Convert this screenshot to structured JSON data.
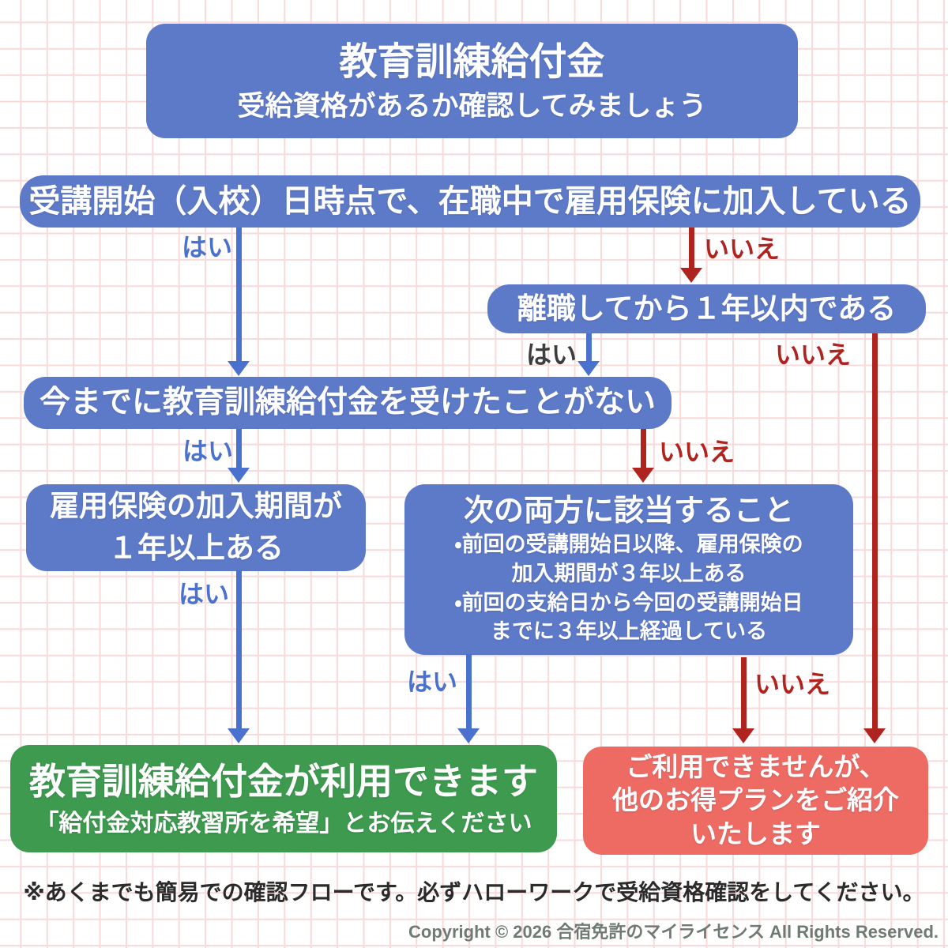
{
  "flow": {
    "title": {
      "line1": "教育訓練給付金",
      "line2": "受給資格があるか確認してみましょう"
    },
    "questions": {
      "q1": "受講開始（入校）日時点で、在職中で雇用保険に加入している",
      "q2": "離職してから１年以内である",
      "q3": "今までに教育訓練給付金を受けたことがない",
      "q4_line1": "雇用保険の加入期間が",
      "q4_line2": "１年以上ある",
      "q5_heading": "次の両方に該当すること",
      "q5_bullet1a": "・前回の受講開始日以降、雇用保険の",
      "q5_bullet1b": "加入期間が３年以上ある",
      "q5_bullet2a": "・前回の支給日から今回の受講開始日",
      "q5_bullet2b": "までに３年以上経過している"
    },
    "labels": {
      "yes": "はい",
      "no": "いいえ"
    },
    "results": {
      "yes_line1": "教育訓練給付金が利用できます",
      "yes_line2": "「給付金対応教習所を希望」とお伝えください",
      "no_line1": "ご利用できませんが、",
      "no_line2": "他のお得プランをご紹介",
      "no_line3": "いたします"
    },
    "footer": {
      "note": "※あくまでも簡易での確認フローです。必ずハローワークで受給資格確認をしてください。",
      "copyright": "Copyright © 2026 合宿免許のマイライセンス All Rights Reserved."
    },
    "colors": {
      "box_blue": "#5d7ac9",
      "arrow_blue": "#4a71cd",
      "arrow_red": "#b0241f",
      "result_green": "#3d9a4e",
      "result_salmon": "#ee6b64",
      "grid_pink": "#f8dadb",
      "label_dark": "#3d3d3d"
    }
  }
}
